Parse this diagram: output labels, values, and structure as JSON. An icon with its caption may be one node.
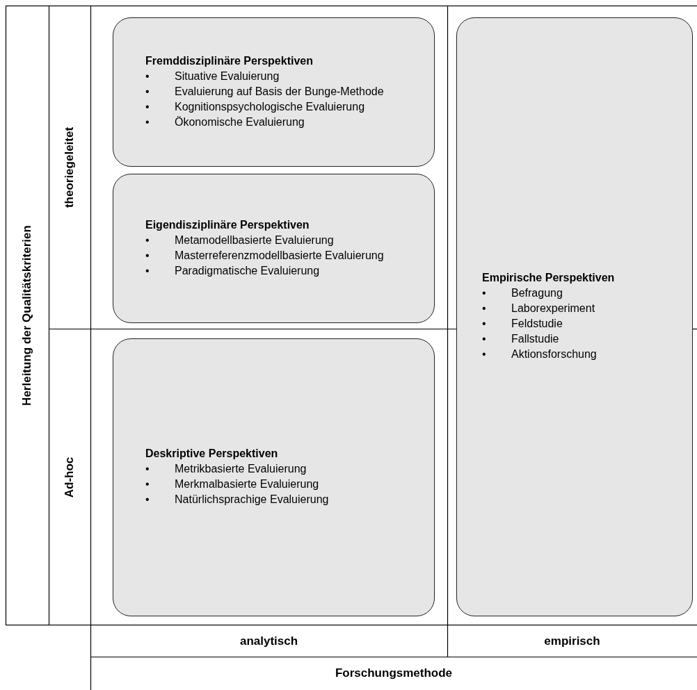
{
  "diagram": {
    "nodes": [
      {
        "text": [
          "Herleitung der Qualitätskriterien"
        ]
      },
      {
        "text": [
          "theoriegeleitet"
        ]
      },
      {
        "text": [
          "Ad-hoc"
        ]
      },
      {
        "text": [
          "analytisch"
        ]
      },
      {
        "text": [
          "empirisch"
        ]
      },
      {
        "text": [
          "Forschungsmethode"
        ]
      },
      {
        "text": [
          "Fremddisziplinäre Perspektiven",
          "Situative Evaluierung",
          "Evaluierung auf Basis der Bunge-Methode",
          "Kognitionspsychologische Evaluierung",
          "Ökonomische Evaluierung"
        ]
      },
      {
        "text": [
          "Eigendisziplinäre Perspektiven",
          "Metamodellbasierte Evaluierung",
          "Masterreferenzmodellbasierte Evaluierung",
          "Paradigmatische Evaluierung"
        ]
      },
      {
        "text": [
          "Deskriptive Perspektiven",
          "Metrikbasierte Evaluierung",
          "Merkmalbasierte Evaluierung",
          "Natürlichsprachige Evaluierung"
        ]
      },
      {
        "text": [
          "Empirische Perspektiven",
          "Befragung",
          "Laborexperiment",
          "Feldstudie",
          "Fallstudie",
          "Aktionsforschung"
        ]
      }
    ],
    "labels": [
      "•",
      "•",
      "•",
      "•",
      "•",
      "•",
      "•",
      "•",
      "•",
      "•",
      "•",
      "•",
      "•",
      "•",
      "•"
    ]
  }
}
